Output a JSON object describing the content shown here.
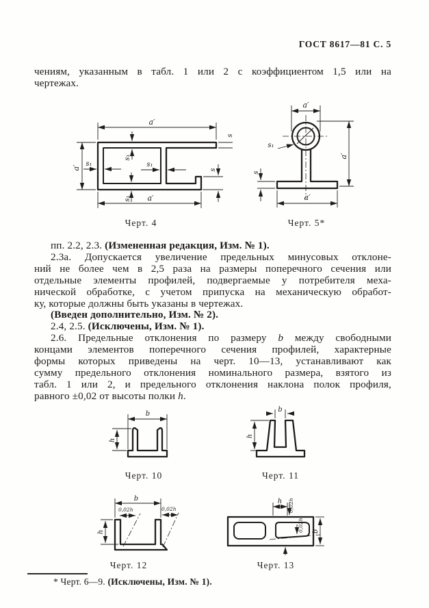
{
  "page": {
    "header": "ГОСТ 8617—81 С. 5",
    "intro": {
      "l1": "чениям, указанным в табл. 1 или 2 с коэффициентом 1,5 или на",
      "l2": "чертежах."
    },
    "para_pp": {
      "normal": "пп. 2.2, 2.3. ",
      "bold": "(Измененная редакция, Изм. № 1)."
    },
    "para_23a": {
      "l1": "2.3а. Допускается увеличение предельных минусовых отклоне-",
      "l2": "ний не более чем в 2,5 раза на размеры поперечного сечения или",
      "l3": "отдельные элементы профилей, подвергаемые у потребителя меха-",
      "l4": "нической обработке, с учетом припуска на механическую обработ-",
      "l5": "ку, которые должны быть указаны в чертежах."
    },
    "para_vveden": "(Введен дополнительно, Изм. № 2).",
    "para_245": {
      "normal": "2.4, 2.5. ",
      "bold": "(Исключены, Изм. № 1)."
    },
    "para_26": {
      "l1a": "2.6. Предельные отклонения по размеру ",
      "l1b": "b",
      "l1c": " между свободными",
      "l2": "концами элементов поперечного сечения профилей, характерные",
      "l3": "формы которых приведены на черт. 10—13, устанавливают как",
      "l4": "сумму предельного отклонения номинального размера, взятого из",
      "l5": "табл. 1 или 2, и предельного отклонения наклона полок профиля,",
      "l6a": "равного ±0,02 от высоты полки ",
      "l6b": "h",
      "l6c": "."
    },
    "footnote": {
      "marker": "* Черт. 6—9. ",
      "bold": "(Исключены, Изм. № 1)."
    }
  },
  "figures": {
    "fig4": {
      "caption": "Черт. 4"
    },
    "fig5": {
      "caption": "Черт. 5*"
    },
    "fig10": {
      "caption": "Черт. 10"
    },
    "fig11": {
      "caption": "Черт. 11"
    },
    "fig12": {
      "caption": "Черт. 12"
    },
    "fig13": {
      "caption": "Черт. 13"
    }
  },
  "labels": {
    "a": "a′",
    "s": "s",
    "s1": "s₁",
    "b": "b",
    "h": "h",
    "tilt": "0,02h"
  },
  "colors": {
    "ink": "#1f1d1a",
    "paper": "#fefefd"
  }
}
